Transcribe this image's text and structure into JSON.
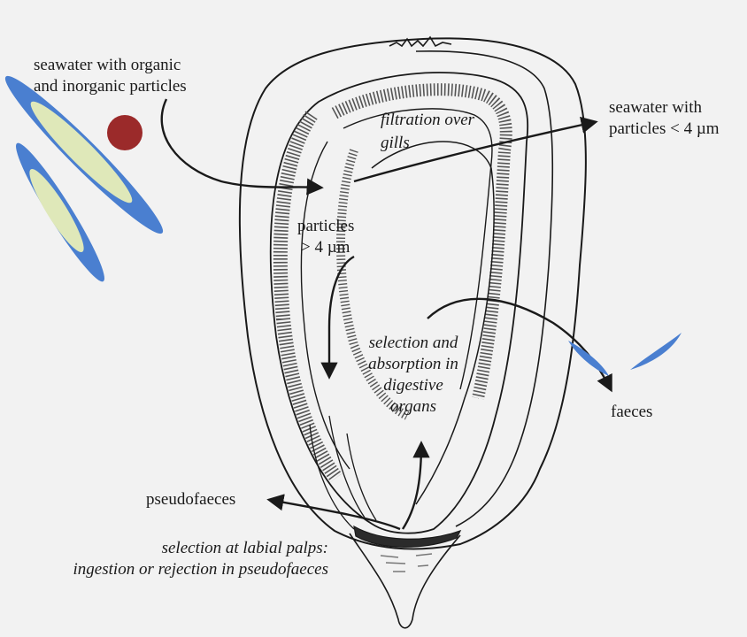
{
  "labels": {
    "seawater_in_1": "seawater with organic",
    "seawater_in_2": "and inorganic particles",
    "seawater_out_1": "seawater with",
    "seawater_out_2": "particles < 4 µm",
    "filtration_1": "filtration over",
    "filtration_2": "gills",
    "particles_large_1": "particles",
    "particles_large_2": "> 4 µm",
    "selection_1": "selection and",
    "selection_2": "absorption in",
    "selection_3": "digestive",
    "selection_4": "organs",
    "faeces": "faeces",
    "pseudofaeces": "pseudofaeces",
    "palps_1": "selection at labial palps:",
    "palps_2": "ingestion or rejection in pseudofaeces"
  },
  "colors": {
    "background": "#f2f2f2",
    "ink": "#1a1a1a",
    "particle_outline": "#4a7fd0",
    "particle_fill": "#dfe8b9",
    "particle_round": "#9b2a2a",
    "faeces_fill": "#4a7fd0"
  }
}
